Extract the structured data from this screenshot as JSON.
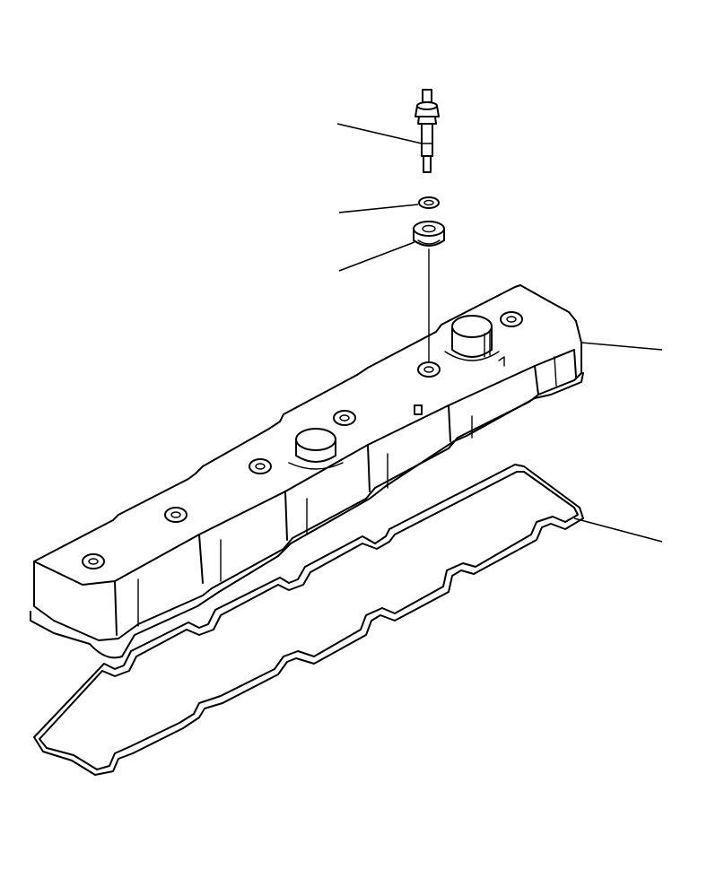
{
  "figure": {
    "description_visible_text": "",
    "parts": [
      {
        "id": "stud-bolt",
        "icon": "stud-bolt-icon"
      },
      {
        "id": "washer",
        "icon": "washer-icon"
      },
      {
        "id": "grommet",
        "icon": "grommet-icon"
      },
      {
        "id": "cylinder-head-cover",
        "icon": "valve-cover-icon"
      },
      {
        "id": "gasket",
        "icon": "gasket-icon"
      }
    ],
    "line_color": "#000000",
    "background_color": "#ffffff"
  }
}
